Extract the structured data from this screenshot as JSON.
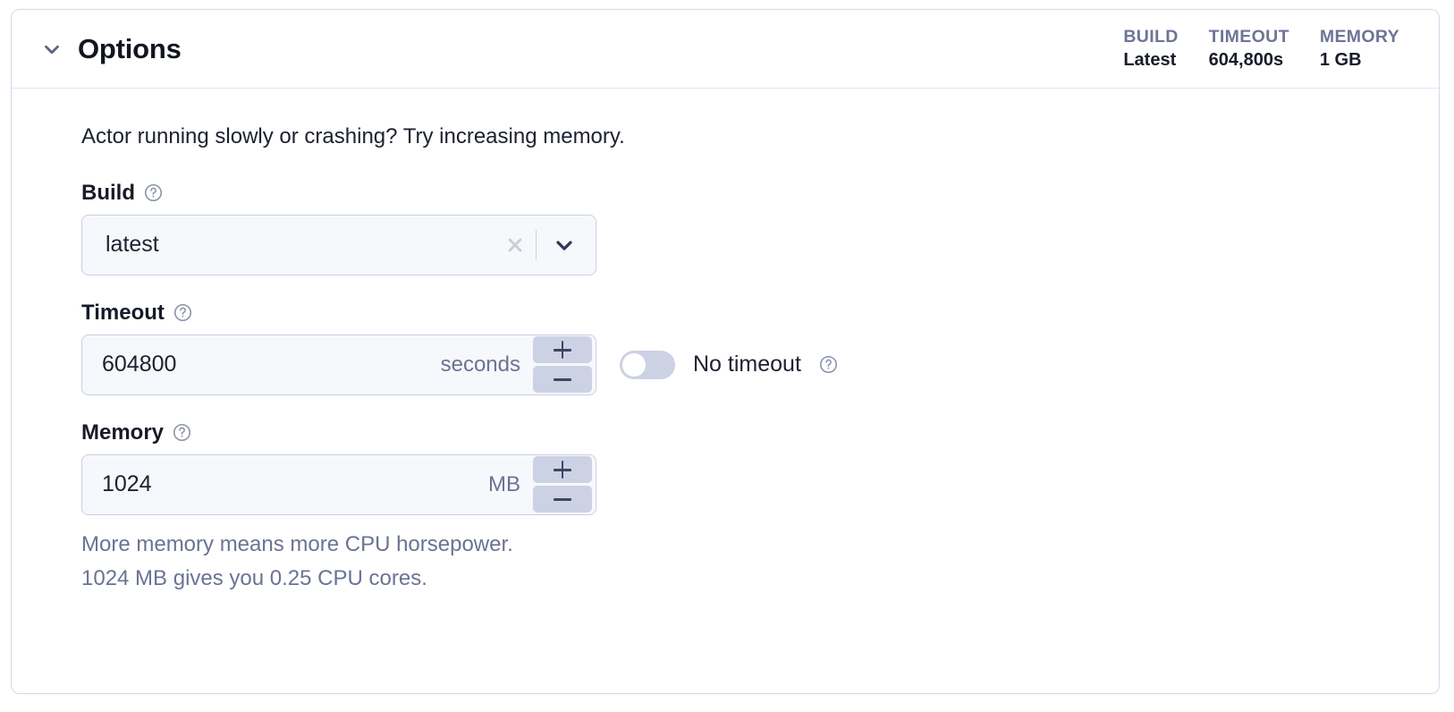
{
  "card": {
    "title": "Options",
    "collapse_icon": "chevron-down-icon",
    "stats": [
      {
        "label": "BUILD",
        "value": "Latest"
      },
      {
        "label": "TIMEOUT",
        "value": "604,800s"
      },
      {
        "label": "MEMORY",
        "value": "1 GB"
      }
    ]
  },
  "body": {
    "lead_text": "Actor running slowly or crashing? Try increasing memory.",
    "build": {
      "label": "Build",
      "help_icon": "help-circle-icon",
      "selected_value": "latest",
      "clear_icon": "close-icon",
      "dropdown_icon": "chevron-down-icon"
    },
    "timeout": {
      "label": "Timeout",
      "help_icon": "help-circle-icon",
      "value": "604800",
      "unit": "seconds",
      "increment_label": "+",
      "decrement_label": "−",
      "no_timeout": {
        "label": "No timeout",
        "enabled": false,
        "help_icon": "help-circle-icon"
      }
    },
    "memory": {
      "label": "Memory",
      "help_icon": "help-circle-icon",
      "value": "1024",
      "unit": "MB",
      "increment_label": "+",
      "decrement_label": "−",
      "helper_line1": "More memory means more CPU horsepower.",
      "helper_line2": "1024 MB gives you 0.25 CPU cores."
    }
  },
  "colors": {
    "card_border": "#d5d8ec",
    "input_border": "#c9cfe3",
    "input_background": "#f7f8fc",
    "stepper_background": "#ccd2e4",
    "muted_text": "#6b7394",
    "label_text": "#6d7595",
    "chevron": "#5c6484"
  }
}
